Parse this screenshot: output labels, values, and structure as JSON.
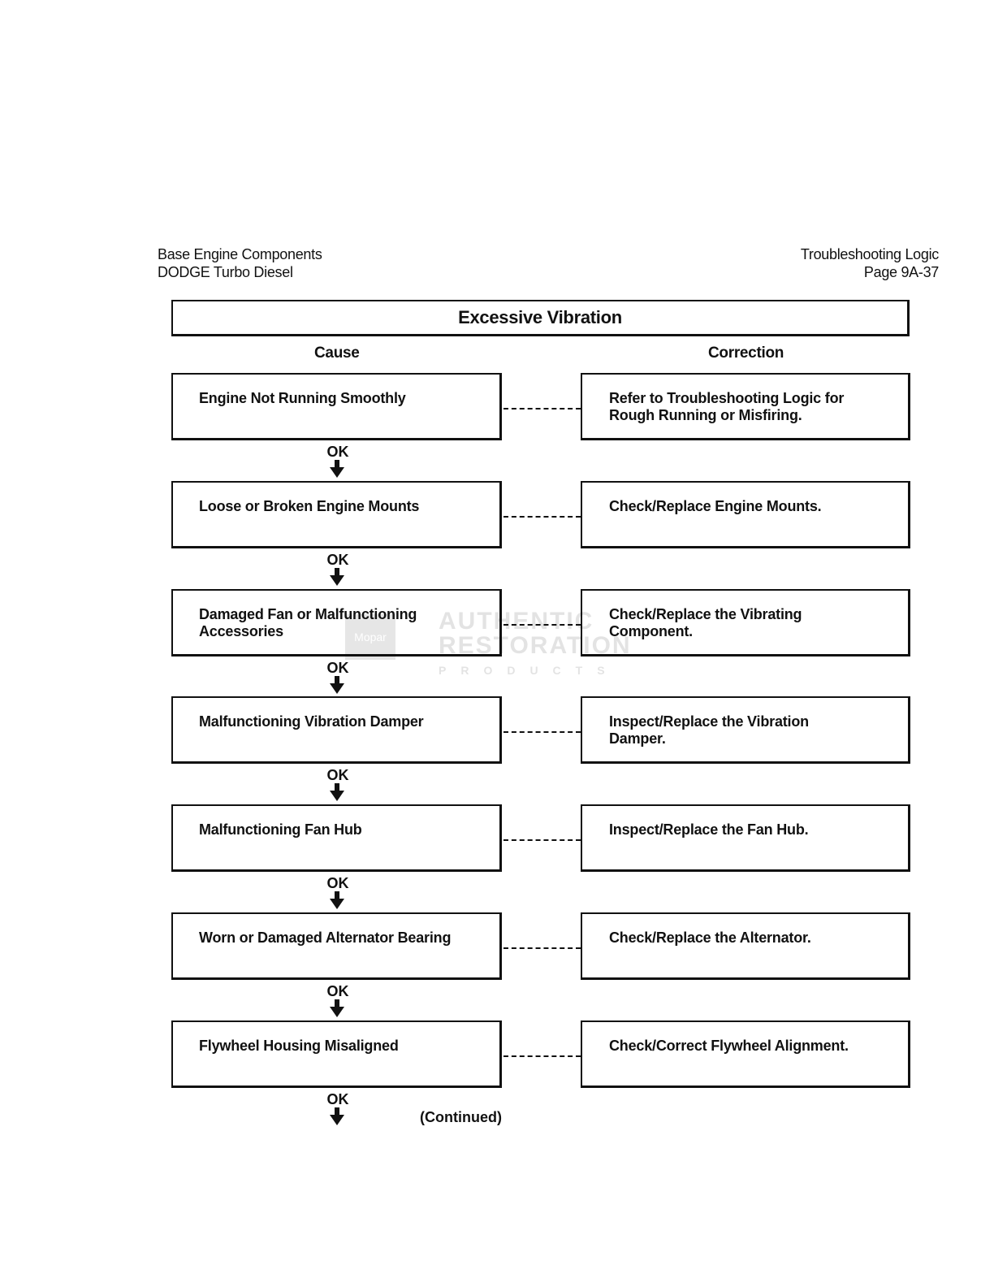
{
  "header": {
    "left_line1": "Base Engine Components",
    "left_line2": "DODGE Turbo Diesel",
    "right_line1": "Troubleshooting Logic",
    "right_line2": "Page 9A-37"
  },
  "title": "Excessive Vibration",
  "columns": {
    "cause": "Cause",
    "correction": "Correction"
  },
  "ok_label": "OK",
  "steps": [
    {
      "cause": "Engine Not Running Smoothly",
      "correction": "Refer to Troubleshooting Logic for Rough Running or Misfiring."
    },
    {
      "cause": "Loose or Broken Engine Mounts",
      "correction": "Check/Replace Engine Mounts."
    },
    {
      "cause": "Damaged Fan or Malfunctioning Accessories",
      "correction": "Check/Replace the Vibrating Component."
    },
    {
      "cause": "Malfunctioning Vibration Damper",
      "correction": "Inspect/Replace the Vibration Damper."
    },
    {
      "cause": "Malfunctioning Fan Hub",
      "correction": "Inspect/Replace the Fan Hub."
    },
    {
      "cause": "Worn or Damaged Alternator Bearing",
      "correction": "Check/Replace the Alternator."
    },
    {
      "cause": "Flywheel Housing Misaligned",
      "correction": "Check/Correct Flywheel Alignment."
    }
  ],
  "continued": "(Continued)",
  "watermark": {
    "logo": "Mopar",
    "line1": "AUTHENTIC",
    "line2": "RESTORATION",
    "line3": "PRODUCTS"
  }
}
